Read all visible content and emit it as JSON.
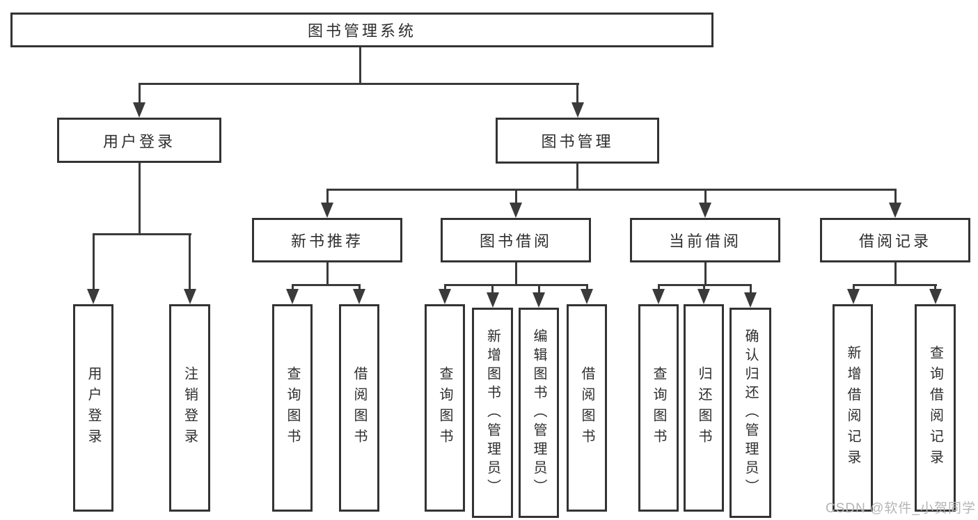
{
  "colors": {
    "line": "#3a3a3a",
    "border": "#333333",
    "text": "#2e2e2e",
    "background": "#ffffff",
    "watermark_color": "#b5b5b5"
  },
  "diagram": {
    "root": "图书管理系统",
    "level2": {
      "user_login": "用户登录",
      "book_mgmt": "图书管理"
    },
    "level3": {
      "new_book_rec": "新书推荐",
      "book_borrow": "图书借阅",
      "current_borrow": "当前借阅",
      "borrow_record": "借阅记录"
    },
    "leaves": {
      "user_login": [
        "用户登录",
        "注销登录"
      ],
      "new_book_rec": [
        "查询图书",
        "借阅图书"
      ],
      "book_borrow": [
        "查询图书",
        "新增图书（管理员）",
        "编辑图书（管理员）",
        "借阅图书"
      ],
      "current_borrow": [
        "查询图书",
        "归还图书",
        "确认归还（管理员）"
      ],
      "borrow_record": [
        "新增借阅记录",
        "查询借阅记录"
      ]
    }
  },
  "watermark": "CSDN @软件_小贺同学"
}
